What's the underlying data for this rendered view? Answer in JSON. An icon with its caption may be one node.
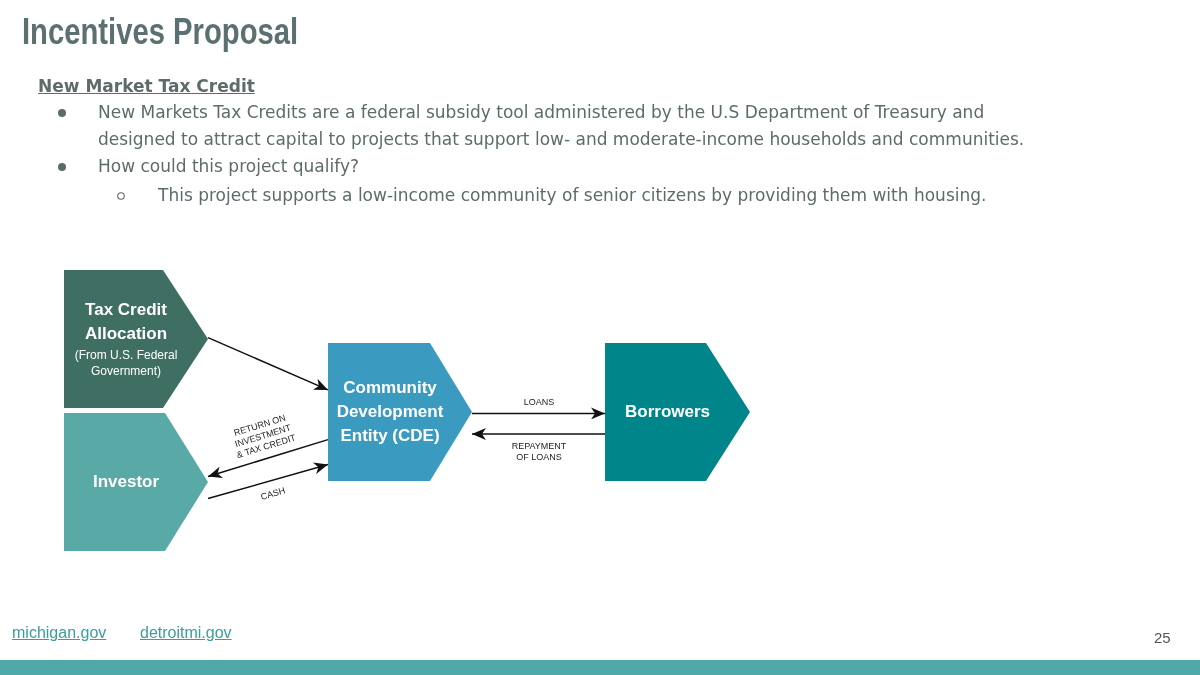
{
  "diagram": {
    "title": "Incentives Proposal",
    "nodes": [
      {
        "text": [
          "Tax Credit Allocation",
          "(From U.S. Federal Government)"
        ]
      },
      {
        "text": [
          "Investor"
        ]
      },
      {
        "text": [
          "Community Development Entity (CDE)"
        ]
      },
      {
        "text": [
          "Borrowers"
        ]
      }
    ],
    "edges": [
      {
        "from": 0,
        "to": 2,
        "arrow": "to"
      },
      {
        "from": 2,
        "to": 1,
        "arrow": "to",
        "label": "RETURN ON INVESTMENT & TAX CREDIT"
      },
      {
        "from": 1,
        "to": 2,
        "arrow": "to",
        "label": "CASH"
      },
      {
        "from": 2,
        "to": 3,
        "arrow": "to",
        "label": "LOANS"
      },
      {
        "from": 3,
        "to": 2,
        "arrow": "to",
        "label": "REPAYMENT OF LOANS"
      }
    ],
    "labels": [
      "New Market Tax Credit",
      "New Markets Tax Credits are a federal subsidy tool administered by the U.S Department of Treasury and designed to attract capital to projects that support low- and moderate-income households and communities.",
      "How could this project qualify?",
      "This project supports a low-income community of senior citizens by providing them with housing.",
      "michigan.gov",
      "detroitmi.gov",
      "25"
    ]
  }
}
